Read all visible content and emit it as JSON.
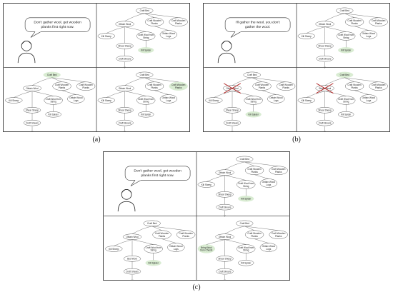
{
  "captions": [
    "(a)",
    "(b)",
    "(c)"
  ],
  "speech": {
    "a": [
      "Don't gather wool, get wooden",
      "planks first right now."
    ],
    "b": [
      "I'll gather the wool, you don't",
      "gather the wool."
    ],
    "c": [
      "Don't gather wool, get wooden",
      "planks first right now."
    ]
  },
  "nodes": {
    "root": "Craft Bed",
    "wool": "Obtain Wool",
    "planks": [
      "Craft Wooden",
      "Planks"
    ],
    "planks2": [
      "Craft Wooden",
      "Planks"
    ],
    "kill": "Kill Sheep",
    "string": [
      "Craft Wool from",
      "String"
    ],
    "log": [
      "Obtain Wood",
      "Logs"
    ],
    "shear": "Shear Sheep",
    "spider": "Kill Spider",
    "shears": "Craft Shears",
    "bed_wool": "Bed Wool",
    "bring_wool": [
      "Bring Wool",
      "from Chests"
    ]
  },
  "colors": {
    "highlight": "#d9ecd2",
    "node_fill": "#ffffff",
    "edge": "#555555",
    "cross": "#b02020"
  }
}
